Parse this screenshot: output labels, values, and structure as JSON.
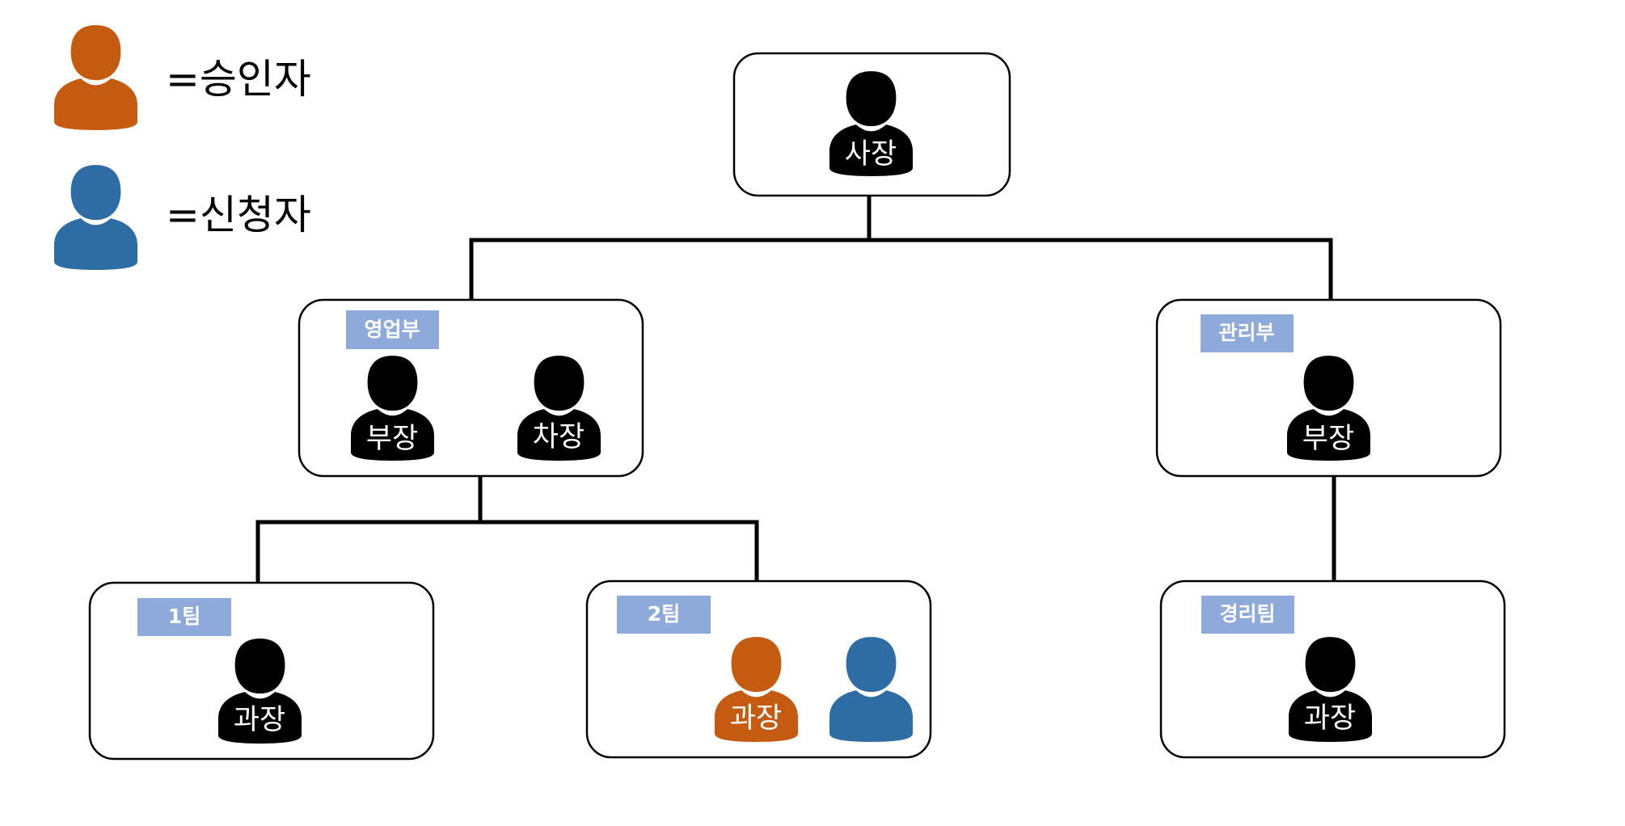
{
  "colors": {
    "approver": "#c55a11",
    "applicant": "#2e6da4",
    "default_person": "#000000",
    "department_tag": "#8eaadb",
    "person_label_text": "#ffffff"
  },
  "legend": {
    "approver_label": "=승인자",
    "applicant_label": "=신청자"
  },
  "org": {
    "ceo": {
      "person_label": "사장"
    },
    "sales": {
      "tag": "영업부",
      "persons": [
        {
          "label": "부장"
        },
        {
          "label": "차장"
        }
      ]
    },
    "admin": {
      "tag": "관리부",
      "persons": [
        {
          "label": "부장"
        }
      ]
    },
    "team1": {
      "tag": "1팀",
      "persons": [
        {
          "label": "과장"
        }
      ]
    },
    "team2": {
      "tag": "2팀",
      "persons": [
        {
          "label": "과장",
          "role": "approver"
        },
        {
          "label": "",
          "role": "applicant"
        }
      ]
    },
    "accounting": {
      "tag": "경리팀",
      "persons": [
        {
          "label": "과장"
        }
      ]
    }
  }
}
